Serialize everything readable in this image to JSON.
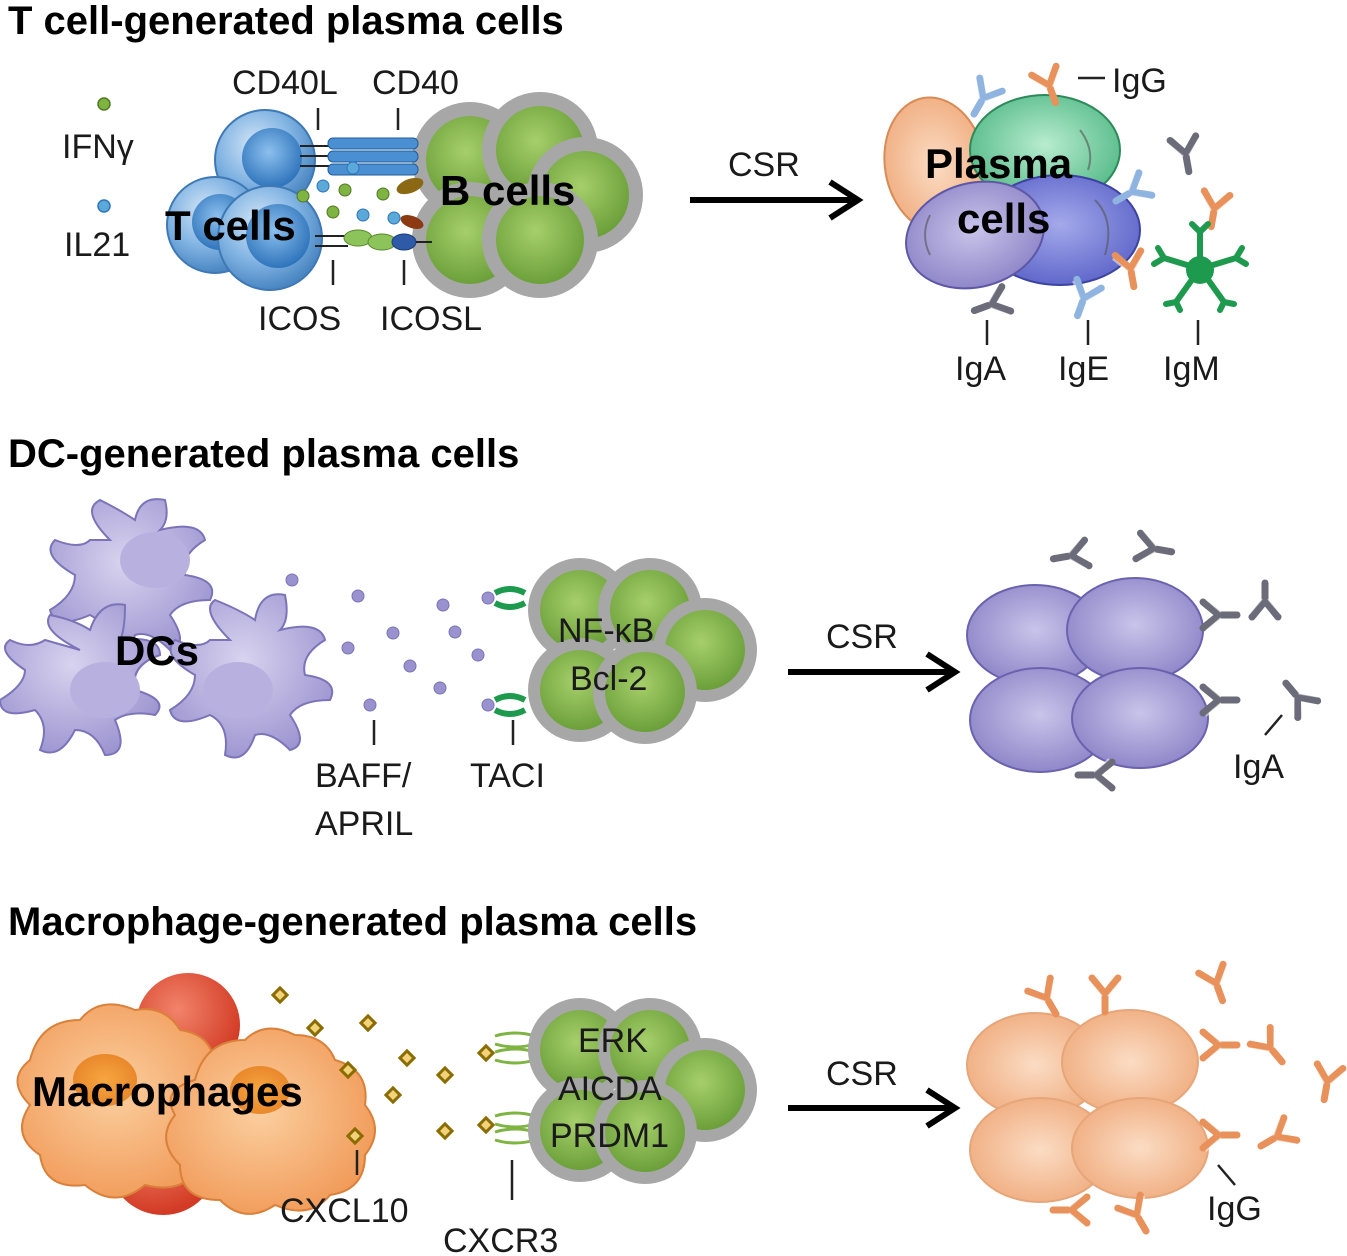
{
  "colors": {
    "t_cell": "#5b9bd5",
    "b_cell": "#7fb342",
    "b_cell_ring": "#9a9a9a",
    "plasma_orange": "#f3b88e",
    "plasma_green": "#6cc79a",
    "plasma_purple": "#9a93d0",
    "dc": "#a9a1d4",
    "macrophage": "#f5a469",
    "macrophage_red": "#e0442e",
    "cxcl10": "#8b6c00",
    "igg": "#e8915a",
    "ige": "#8fb4e0",
    "iga": "#6b6b7a",
    "igm": "#1e9a4e",
    "taci": "#1e9a4e"
  },
  "sections": [
    {
      "title": "T cell-generated plasma cells",
      "cells": {
        "left": "T cells",
        "middle": "B cells",
        "right_line1": "Plasma",
        "right_line2": "cells"
      },
      "factors": [
        "IFNγ",
        "IL21"
      ],
      "receptors": {
        "top_left": "CD40L",
        "top_right": "CD40",
        "bottom_left": "ICOS",
        "bottom_right": "ICOSL"
      },
      "arrow_label": "CSR",
      "antibodies": [
        "IgG",
        "IgA",
        "IgE",
        "IgM"
      ]
    },
    {
      "title": "DC-generated plasma cells",
      "cells": {
        "left": "DCs"
      },
      "b_cell_text": [
        "NF-κB",
        "Bcl-2"
      ],
      "ligand_line1": "BAFF/",
      "ligand_line2": "APRIL",
      "receptor": "TACI",
      "arrow_label": "CSR",
      "antibody": "IgA"
    },
    {
      "title": "Macrophage-generated plasma cells",
      "cells": {
        "left": "Macrophages"
      },
      "b_cell_text": [
        "ERK",
        "AICDA",
        "PRDM1"
      ],
      "ligand": "CXCL10",
      "receptor": "CXCR3",
      "arrow_label": "CSR",
      "antibody": "IgG"
    }
  ]
}
